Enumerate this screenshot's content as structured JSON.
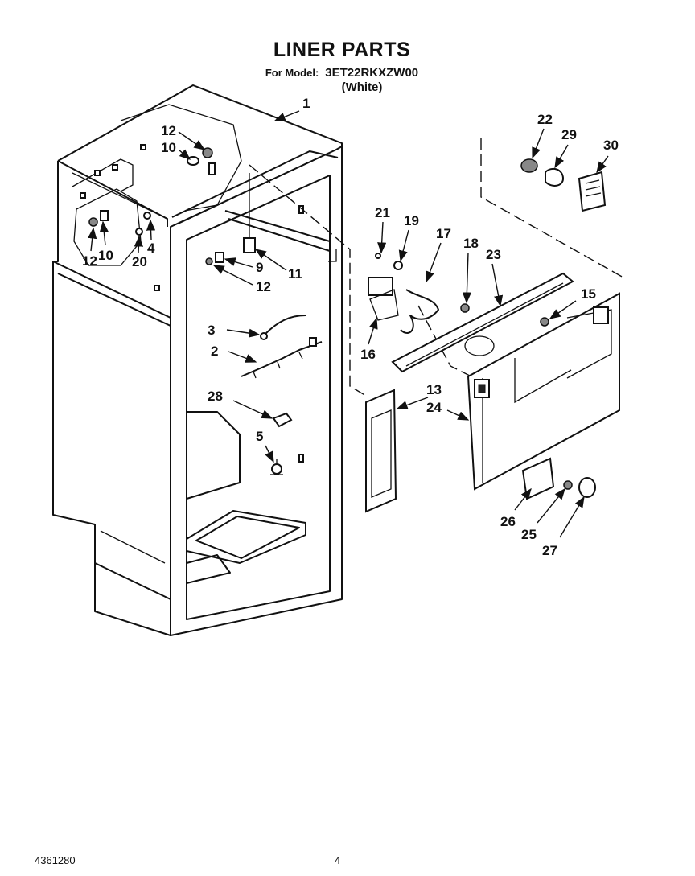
{
  "header": {
    "title": "LINER PARTS",
    "model_label": "For Model:",
    "model_number": "3ET22RKXZW00",
    "color": "(White)"
  },
  "footer": {
    "doc_number": "4361280",
    "page_number": "4"
  },
  "callouts": [
    "1",
    "12",
    "10",
    "12",
    "10",
    "4",
    "20",
    "9",
    "11",
    "12",
    "3",
    "2",
    "28",
    "5",
    "21",
    "19",
    "17",
    "18",
    "23",
    "15",
    "16",
    "13",
    "24",
    "22",
    "29",
    "30",
    "26",
    "25",
    "27"
  ]
}
